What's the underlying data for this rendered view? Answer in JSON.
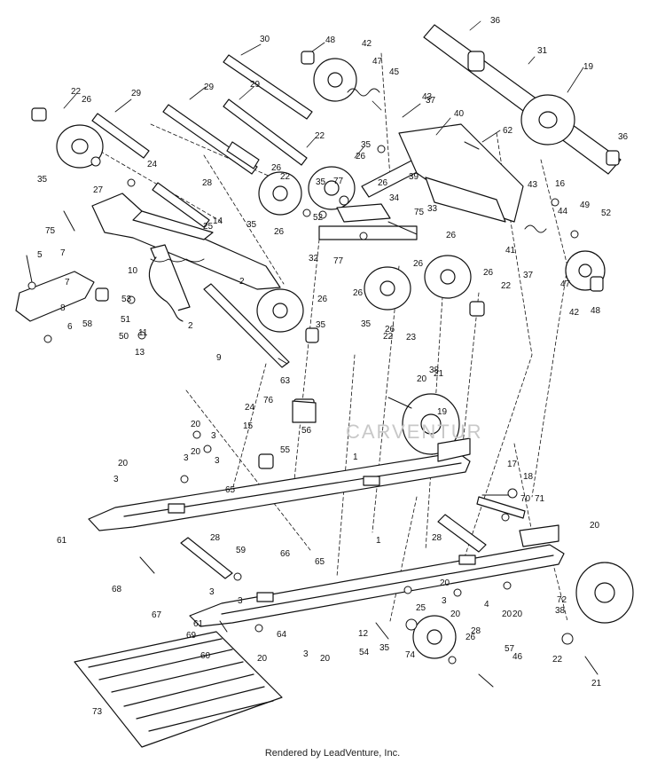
{
  "footer_credit": "Rendered by LeadVenture, Inc.",
  "callouts": [
    "1",
    "1",
    "2",
    "2",
    "3",
    "3",
    "3",
    "3",
    "3",
    "3",
    "3",
    "3",
    "4",
    "5",
    "6",
    "7",
    "7",
    "8",
    "9",
    "10",
    "11",
    "12",
    "13",
    "14",
    "15",
    "16",
    "17",
    "18",
    "19",
    "19",
    "20",
    "20",
    "20",
    "20",
    "20",
    "20",
    "20",
    "20",
    "20",
    "20",
    "20",
    "21",
    "21",
    "22",
    "22",
    "22",
    "22",
    "22",
    "22",
    "23",
    "24",
    "24",
    "25",
    "25",
    "26",
    "26",
    "26",
    "26",
    "26",
    "26",
    "26",
    "26",
    "26",
    "26",
    "26",
    "26",
    "27",
    "28",
    "28",
    "28",
    "28",
    "29",
    "29",
    "29",
    "30",
    "31",
    "32",
    "33",
    "34",
    "35",
    "35",
    "35",
    "35",
    "35",
    "35",
    "35",
    "36",
    "36",
    "37",
    "37",
    "38",
    "38",
    "39",
    "40",
    "41",
    "42",
    "42",
    "43",
    "43",
    "44",
    "45",
    "46",
    "47",
    "47",
    "48",
    "48",
    "49",
    "50",
    "51",
    "52",
    "52",
    "53",
    "54",
    "55",
    "56",
    "57",
    "58",
    "59",
    "60",
    "61",
    "61",
    "62",
    "63",
    "64",
    "65",
    "65",
    "66",
    "67",
    "68",
    "69",
    "70",
    "71",
    "72",
    "73",
    "74",
    "75",
    "75",
    "76",
    "77",
    "77"
  ]
}
